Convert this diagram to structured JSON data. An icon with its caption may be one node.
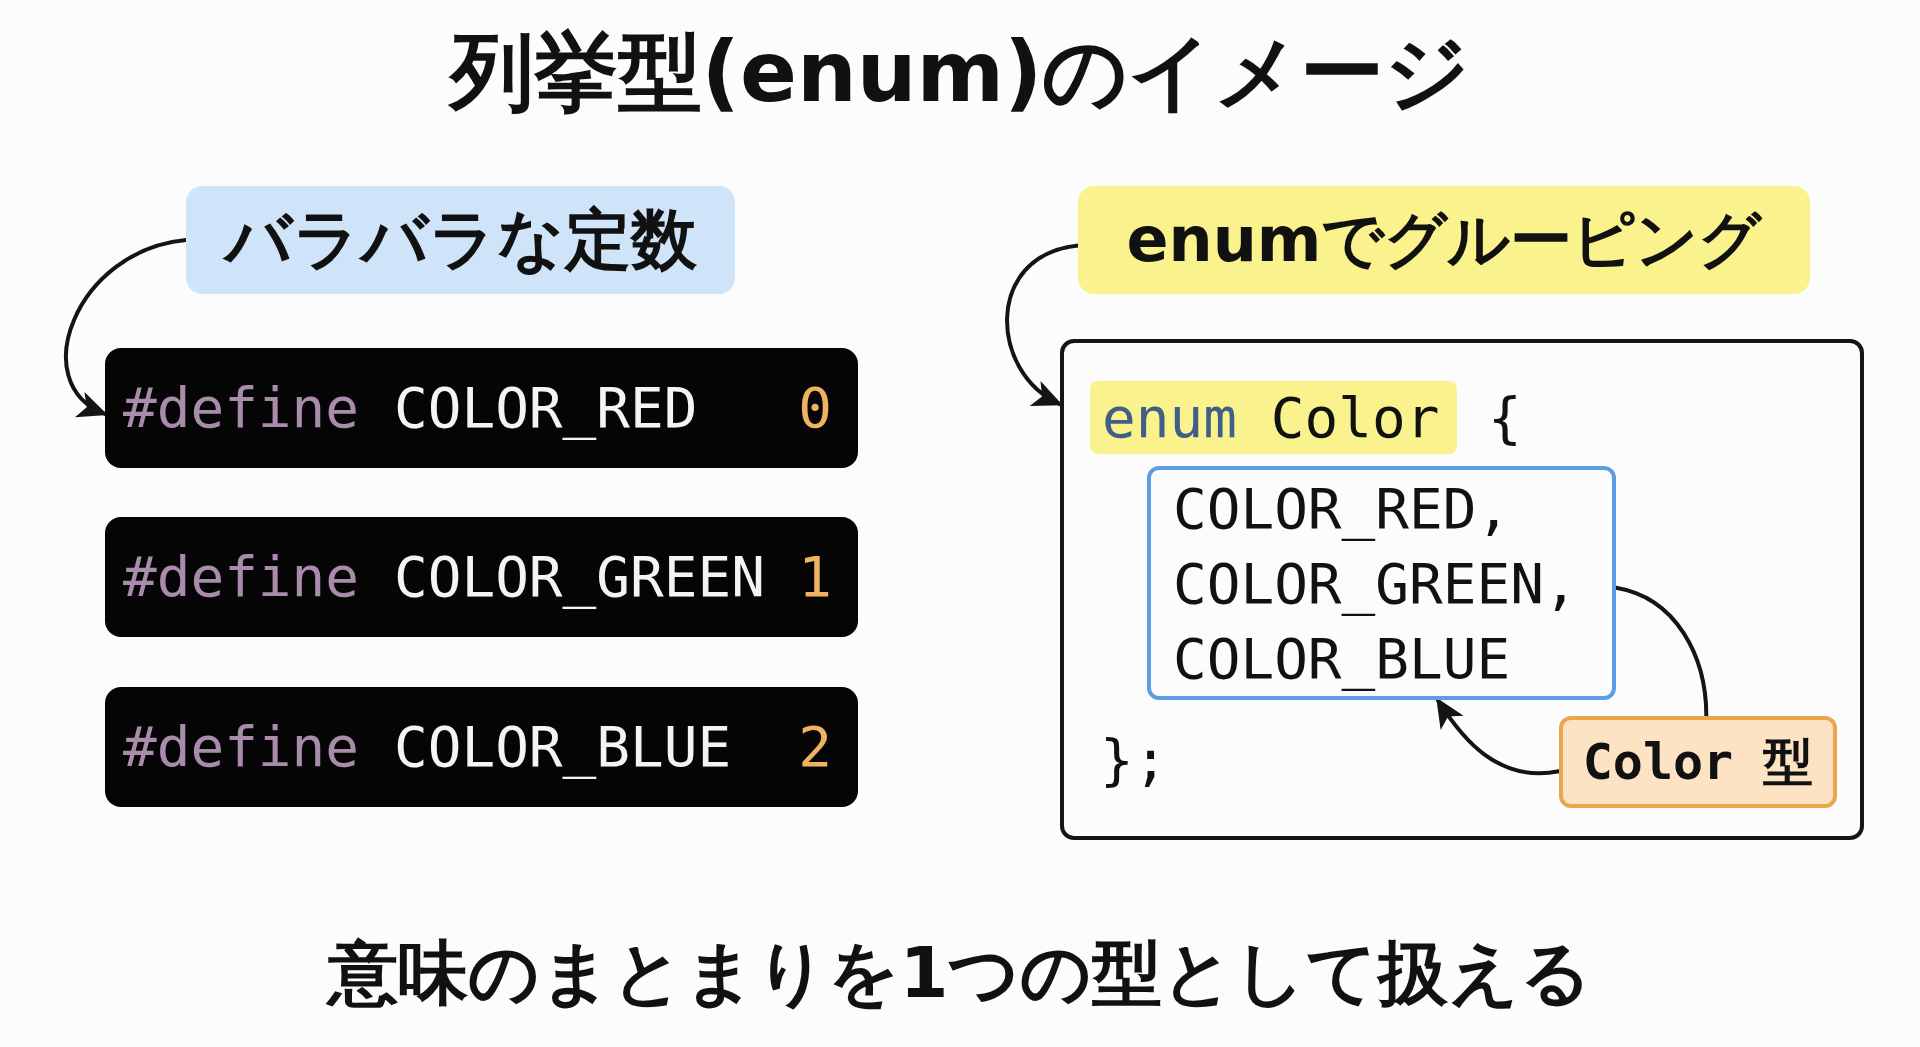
{
  "diagram": {
    "title": "列挙型(enum)のイメージ",
    "caption": "意味のまとまりを1つの型として扱える",
    "nodes": [
      {
        "text": [
          "バラバラな定数"
        ]
      },
      {
        "text": [
          "#define",
          "COLOR_RED",
          "0"
        ]
      },
      {
        "text": [
          "#define",
          "COLOR_GREEN",
          "1"
        ]
      },
      {
        "text": [
          "#define",
          "COLOR_BLUE",
          "2"
        ]
      },
      {
        "text": [
          "enumでグルーピング"
        ]
      },
      {
        "text": [
          "{",
          "};"
        ]
      },
      {
        "text": [
          "enum",
          "Color"
        ],
        "in": 5
      },
      {
        "text": [
          "COLOR_RED,",
          "COLOR_GREEN,",
          "COLOR_BLUE"
        ],
        "in": 5
      },
      {
        "text": [
          "Color 型"
        ],
        "in": 5
      }
    ],
    "edges": [
      {
        "from": 0,
        "to": 1,
        "arrow": "to"
      },
      {
        "from": 4,
        "to": 5,
        "arrow": "to"
      },
      {
        "from": 8,
        "to": 7,
        "arrow": "to"
      },
      {
        "from": 7,
        "to": 8,
        "arrow": "none"
      }
    ]
  }
}
